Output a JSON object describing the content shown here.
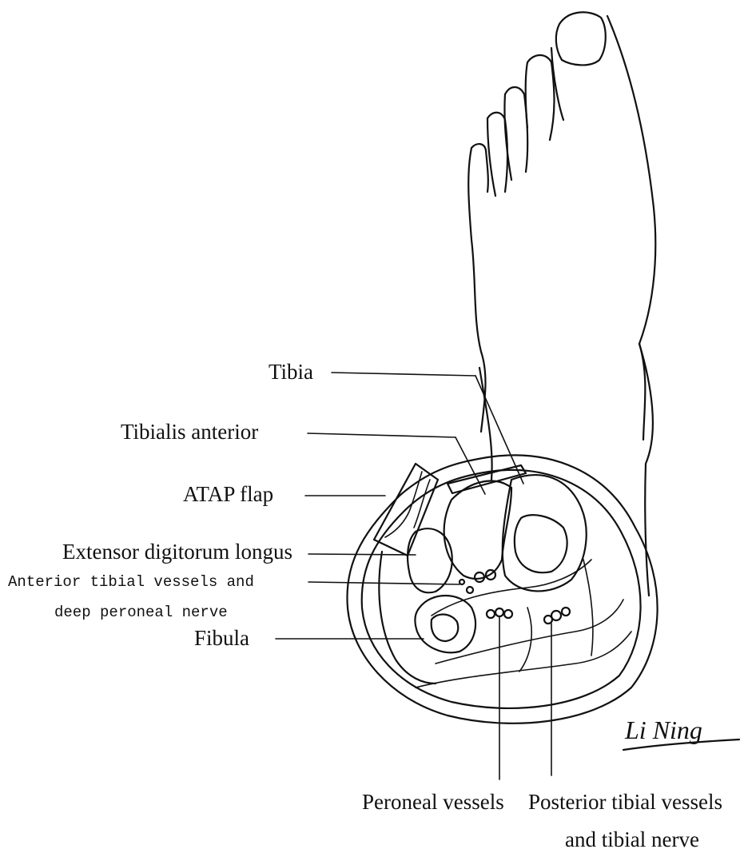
{
  "labels": {
    "tibia": "Tibia",
    "tibialis_anterior": "Tibialis anterior",
    "atap_flap": "ATAP flap",
    "extensor_digitorum_longus": "Extensor digitorum longus",
    "anterior_tibial_line1": "Anterior tibial vessels and",
    "anterior_tibial_line2": "deep peroneal nerve",
    "fibula": "Fibula",
    "peroneal_vessels": "Peroneal vessels",
    "posterior_tibial_line1": "Posterior tibial vessels",
    "posterior_tibial_line2": "and tibial nerve"
  },
  "signature": "Li Ning",
  "colors": {
    "ink": "#111111",
    "background": "#ffffff"
  }
}
